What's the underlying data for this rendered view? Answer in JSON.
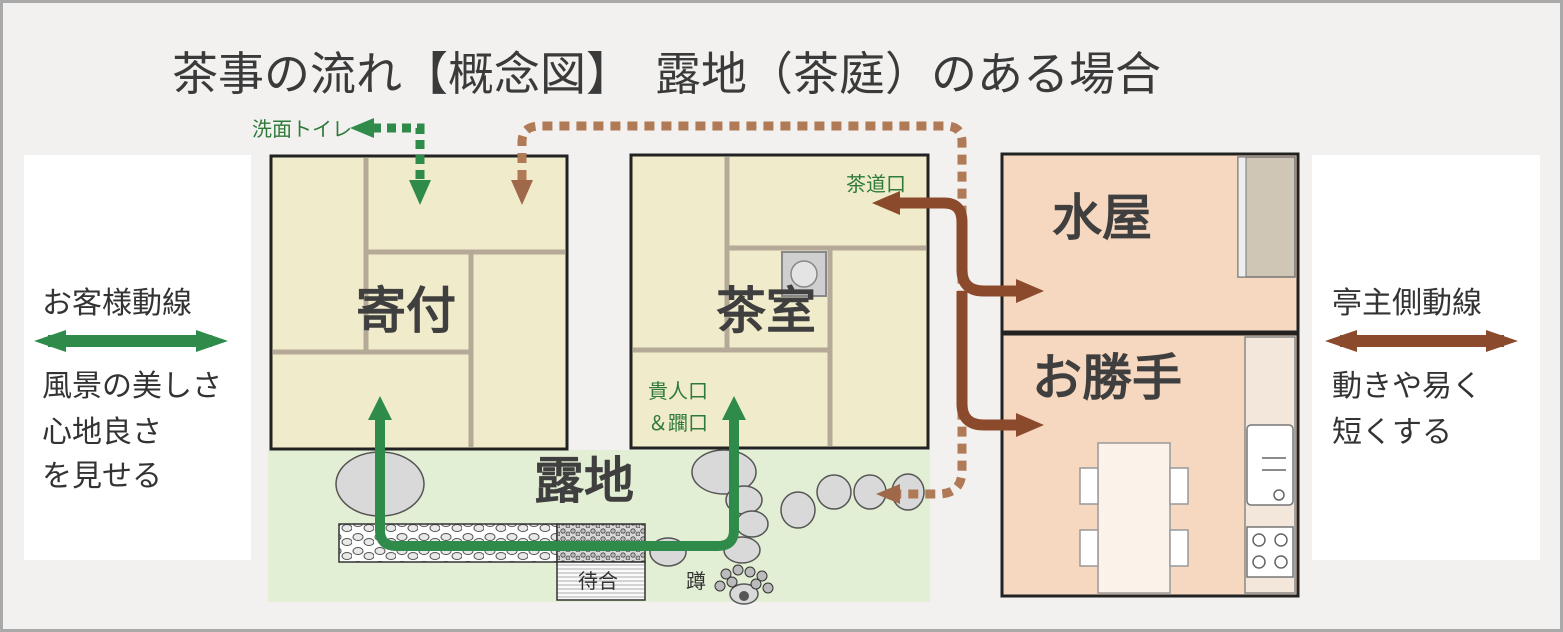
{
  "title": "茶事の流れ【概念図】　露地（茶庭）のある場合",
  "left_panel": {
    "heading": "お客様動線",
    "lines": [
      "風景の美しさ",
      "心地良さ",
      "を見せる"
    ]
  },
  "right_panel": {
    "heading": "亭主側動線",
    "lines": [
      "動きや易く",
      "短くする"
    ]
  },
  "rooms": {
    "yoritsuki": "寄付",
    "chashitsu": "茶室",
    "mizuya": "水屋",
    "okatte": "お勝手",
    "roji": "露地"
  },
  "labels": {
    "senmen_toilet": "洗面トイレ",
    "sadouguchi": "茶道口",
    "kinin_line1": "貴人口",
    "kinin_line2": "＆躙口",
    "machiai": "待合",
    "tsukubai": "蹲"
  },
  "colors": {
    "guest_flow": "#2e8b4a",
    "host_flow": "#8b4a2b",
    "tatami": "#f0eccb",
    "kitchen": "#f6d8c0",
    "garden": "#e2efd4"
  }
}
